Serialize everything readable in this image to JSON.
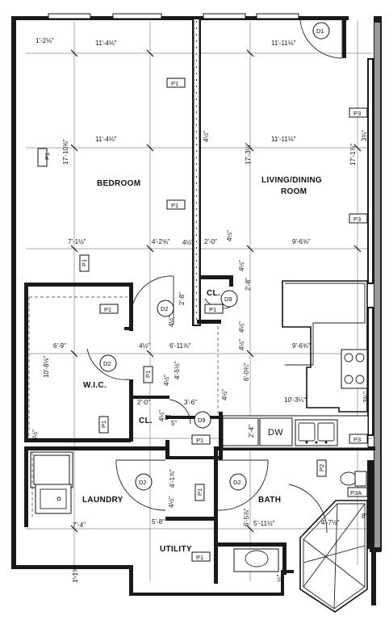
{
  "rooms": {
    "bedroom": "BEDROOM",
    "living_line1": "LIVING/DINING",
    "living_line2": "ROOM",
    "wic": "W.I.C.",
    "closet_upper": "CL.",
    "closet_lower": "CL.",
    "laundry": "LAUNDRY",
    "bath": "BATH",
    "utility": "UTILITY"
  },
  "appliances": {
    "dishwasher": "DW"
  },
  "doors": {
    "d1": "D1",
    "d2_bedroom": "D2",
    "d9_closet": "D9",
    "d2_wic": "D2",
    "d9_lower_closet": "D9",
    "d2_laundry": "D2",
    "d2_bath": "D2"
  },
  "partitions": {
    "p1_bed_top": "P1",
    "p1_bed_mid": "P1",
    "p1_left_vertical": "P1",
    "p1_hall_vertical": "P1",
    "p1_bedroom_door": "P1",
    "p1_closet": "P1",
    "p1_wic_vertical": "P1",
    "p1_wic_lower": "P1",
    "p1_lower_hall": "P1",
    "p1_laundry": "P1",
    "p1_utility": "P1",
    "p2_bath": "P2",
    "p3_top": "P3",
    "p3_mid": "P3",
    "p3_kitchen": "P3",
    "p3a_bath": "P3A"
  },
  "dimensions": {
    "bed_top_left": "1'-2⅛\"",
    "bed_top_width": "11'-4⅛\"",
    "liv_top_width": "11'-11⅛\"",
    "bed_width_mid": "11'-4⅛\"",
    "liv_width_mid": "11'-11⅛\"",
    "wall_half_a": "4½\"",
    "bed_height": "17'-10⅝\"",
    "liv_height_a": "17'-3¼\"",
    "liv_height_b": "17'-1⅞\"",
    "right_small": "3¾\"",
    "bed_lower_a": "7'-1½\"",
    "bed_lower_b": "4'-2⅝\"",
    "wall_half_b": "4½\"",
    "hall_width": "2'-0\"",
    "hall_half": "4½\"",
    "liv_lower": "9'-6⅝\"",
    "cl_depth": "4½\"",
    "cl_height": "2'-8\"",
    "cl_height_b": "2'-8\"",
    "wic_wall_a": "4½\"",
    "hall_gap": "4½\"",
    "wic_width": "6'-9\"",
    "wic_wall_b": "4½\"",
    "hall_len": "6'-11⅝\"",
    "hall_right": "4½\"",
    "kitchen_width": "9'-6⅝\"",
    "wic_depth": "10'-8⅛\"",
    "wic_wall_c": "4½\"",
    "hall_short": "4'-5½\"",
    "kitchen_depth": "6'-0¾\"",
    "hall_small": "4½\"",
    "cl_width": "2'-0\"",
    "hall_offset": "3'-6\"",
    "counter_len": "10'-3¼\"",
    "right_small_b": "3¾\"",
    "cl_wall_a": "4½\"",
    "cl_wall_b": "2\"",
    "cl_wall_c": "5\"",
    "wic_wall_d": "4½\"",
    "dw_depth": "2'-4\"",
    "utility_door": "4'-1⅞\"",
    "laundry_w": "7'-4\"",
    "util_w": "5'-8\"",
    "wall_half_c": "4½\"",
    "bath_depth": "6'-5⅞\"",
    "bath_w": "5'-11½\"",
    "shower_w": "4'-7½\"",
    "shower_corner": "8\"",
    "bottom_left": "1'-1⅞\"",
    "bottom_step": "½\""
  }
}
